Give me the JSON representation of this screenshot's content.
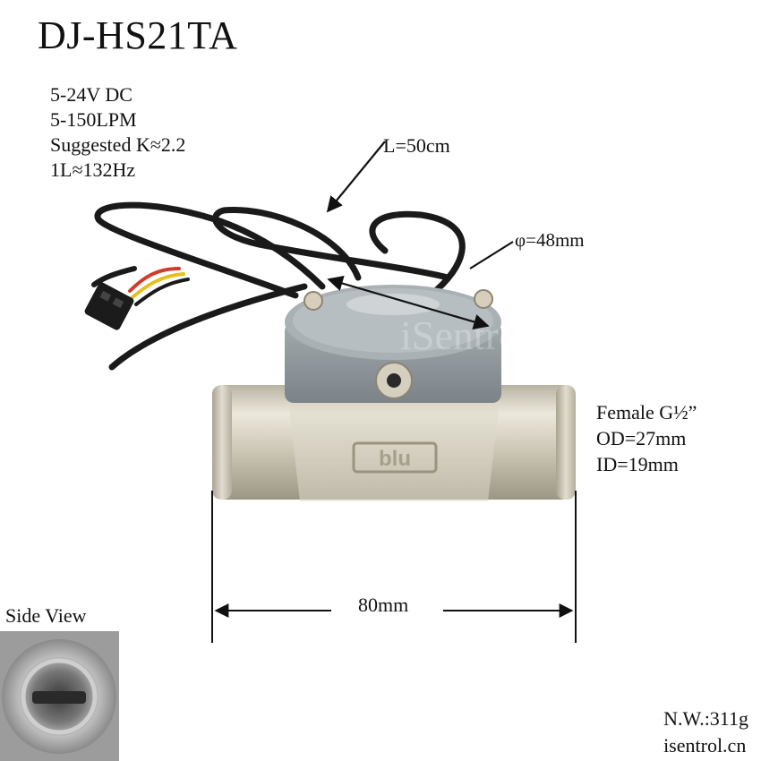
{
  "title": "DJ-HS21TA",
  "specs": [
    "5-24V DC",
    "5-150LPM",
    "Suggested K≈2.2",
    "1L≈132Hz"
  ],
  "cable_label": "L=50cm",
  "diameter_label": "φ=48mm",
  "thread": [
    "Female G½”",
    "OD=27mm",
    "ID=19mm"
  ],
  "length_label": "80mm",
  "side_view_label": "Side View",
  "net_weight": "N.W.:311g",
  "website": "isentrol.cn",
  "body_logo": "blu",
  "watermark": "iSentrol",
  "colors": {
    "metal": "#c9c4b4",
    "housing": "#8d9499",
    "cable": "#1a1a1a",
    "wire_red": "#d23a2a",
    "wire_yellow": "#e6c020"
  }
}
